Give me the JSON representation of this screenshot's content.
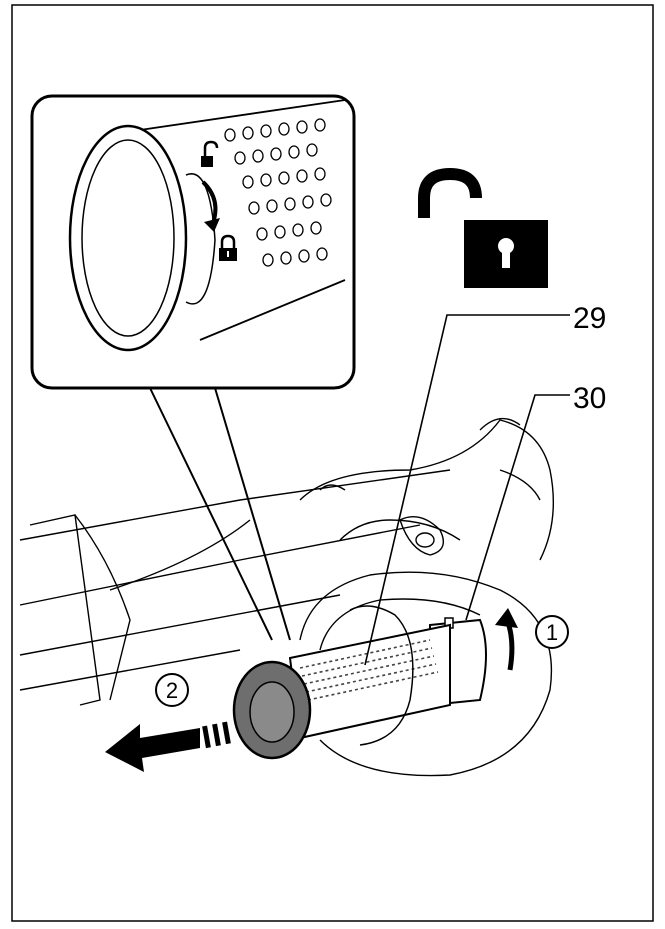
{
  "callouts": [
    {
      "label": "29"
    },
    {
      "label": "30"
    }
  ],
  "steps": [
    {
      "label": "1"
    },
    {
      "label": "2"
    }
  ],
  "icons": {
    "unlock": "unlock-icon",
    "zoom_lock_closed": "lock-closed-icon",
    "zoom_lock_open": "lock-open-icon"
  },
  "colors": {
    "line": "#000000",
    "part_fill": "#6e6e6e",
    "background": "#ffffff"
  }
}
